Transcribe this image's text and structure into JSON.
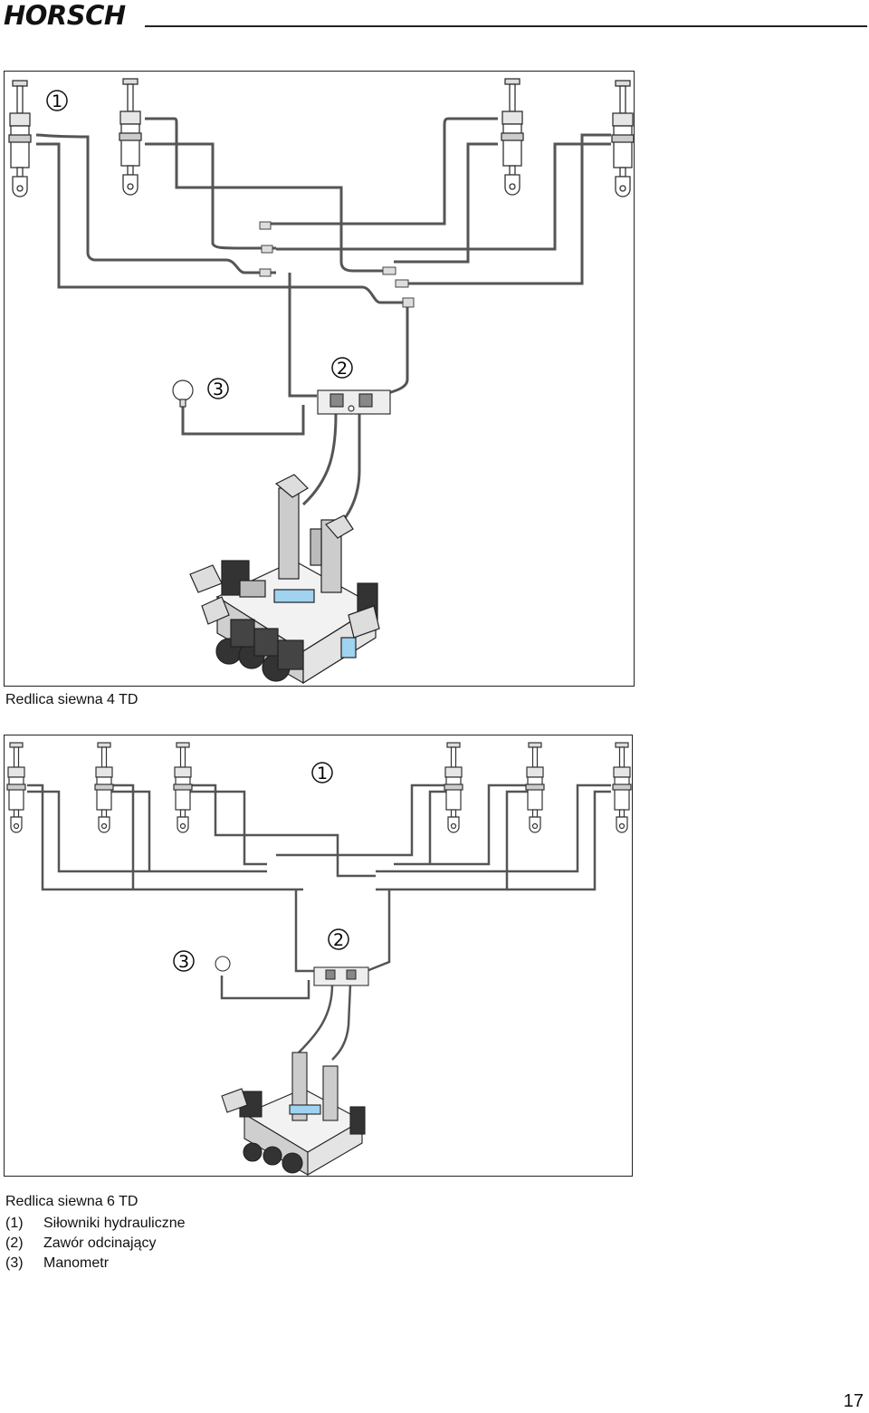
{
  "header": {
    "brand": "HORSCH"
  },
  "figures": [
    {
      "caption": "Redlica siewna 4 TD",
      "callouts": [
        "1",
        "2",
        "3"
      ]
    },
    {
      "caption": "Redlica siewna 6 TD",
      "callouts": [
        "1",
        "2",
        "3"
      ]
    }
  ],
  "legend": [
    {
      "num": "(1)",
      "text": "Siłowniki hydrauliczne"
    },
    {
      "num": "(2)",
      "text": "Zawór odcinający"
    },
    {
      "num": "(3)",
      "text": "Manometr"
    }
  ],
  "footer": {
    "page_number": "17"
  }
}
